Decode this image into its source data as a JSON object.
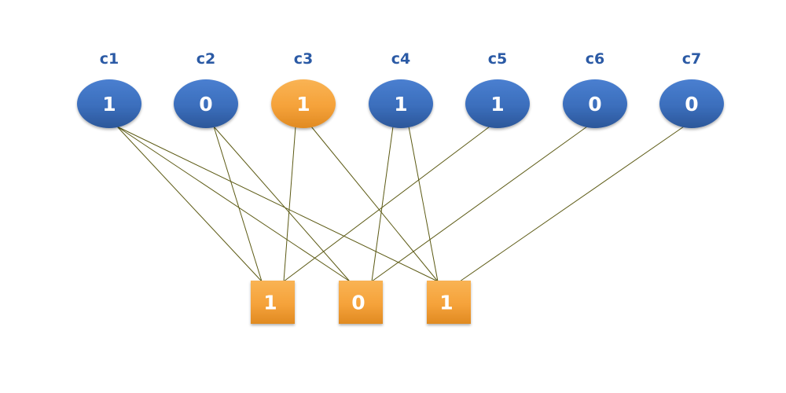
{
  "colors": {
    "variable_node": "#3b6ebc",
    "highlight_node": "#f5a23a",
    "check_node": "#f5a23a",
    "edge": "#5c5a14",
    "label": "#2b5aa5"
  },
  "variable_nodes": [
    {
      "label": "c1",
      "value": "1",
      "highlighted": false
    },
    {
      "label": "c2",
      "value": "0",
      "highlighted": false
    },
    {
      "label": "c3",
      "value": "1",
      "highlighted": true
    },
    {
      "label": "c4",
      "value": "1",
      "highlighted": false
    },
    {
      "label": "c5",
      "value": "1",
      "highlighted": false
    },
    {
      "label": "c6",
      "value": "0",
      "highlighted": false
    },
    {
      "label": "c7",
      "value": "0",
      "highlighted": false
    }
  ],
  "check_nodes": [
    {
      "value": "1"
    },
    {
      "value": "0"
    },
    {
      "value": "1"
    }
  ],
  "edges": [
    {
      "variable": 0,
      "check": 0
    },
    {
      "variable": 0,
      "check": 1
    },
    {
      "variable": 0,
      "check": 2
    },
    {
      "variable": 1,
      "check": 0
    },
    {
      "variable": 1,
      "check": 1
    },
    {
      "variable": 2,
      "check": 0
    },
    {
      "variable": 2,
      "check": 2
    },
    {
      "variable": 3,
      "check": 1
    },
    {
      "variable": 3,
      "check": 2
    },
    {
      "variable": 4,
      "check": 0
    },
    {
      "variable": 5,
      "check": 1
    },
    {
      "variable": 6,
      "check": 2
    }
  ]
}
